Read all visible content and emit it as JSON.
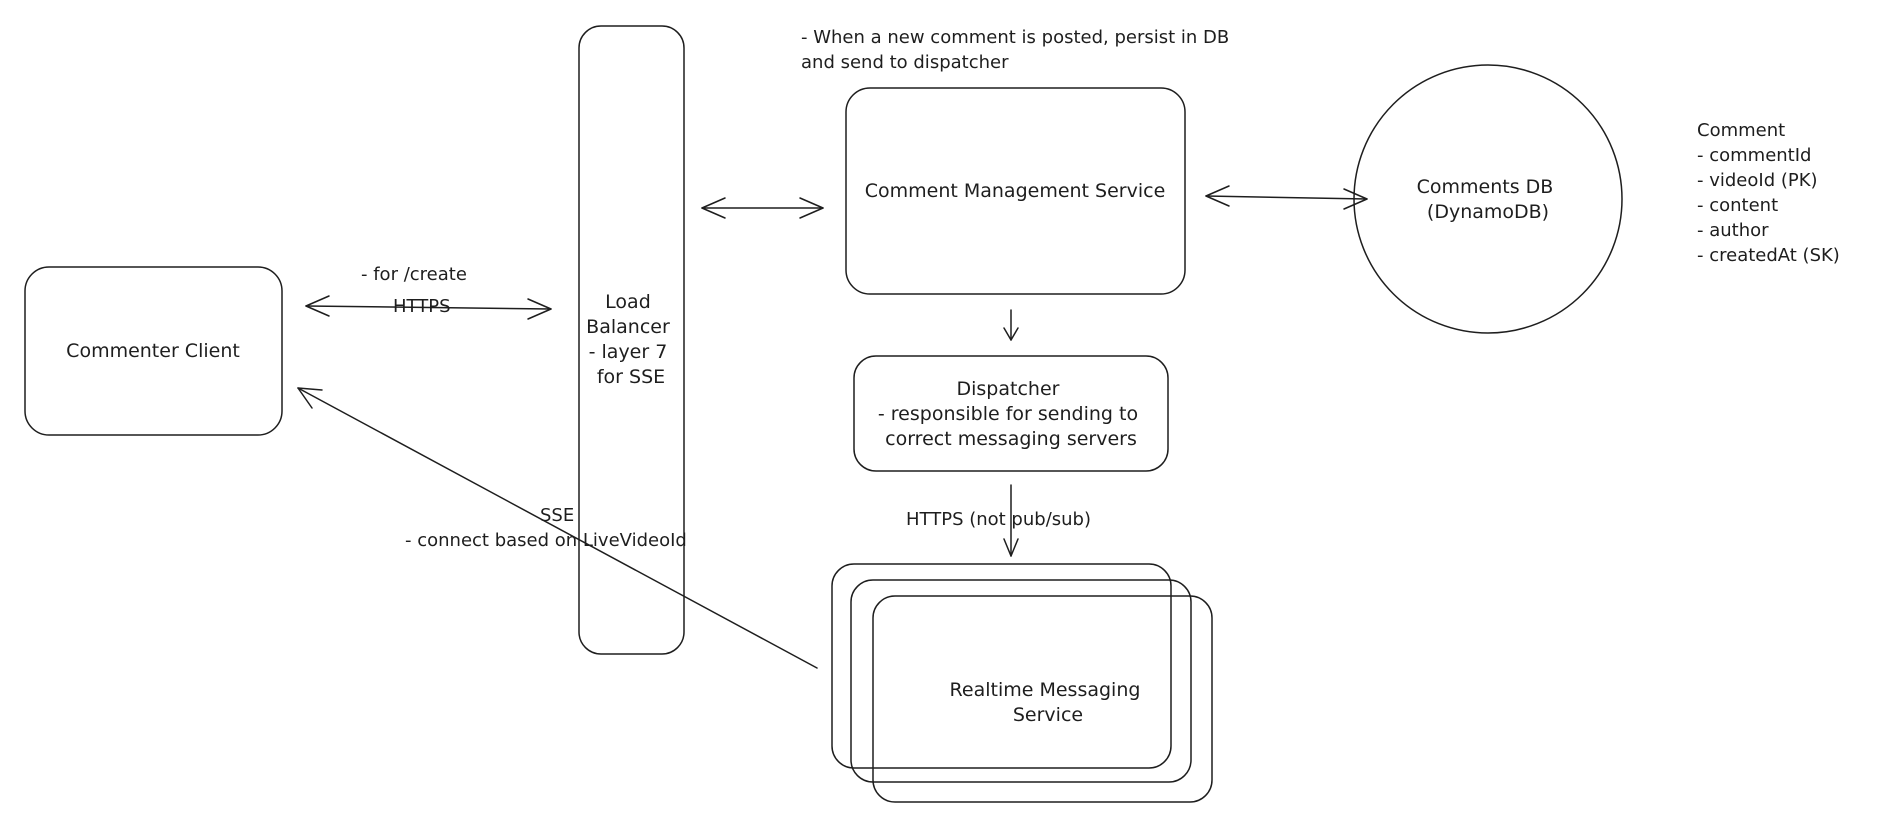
{
  "nodes": {
    "commenter_client": "Commenter Client",
    "load_balancer": [
      "Load",
      "Balancer",
      "- layer 7",
      "for SSE"
    ],
    "comment_mgmt": "Comment Management Service",
    "comments_db": [
      "Comments DB",
      "(DynamoDB)"
    ],
    "dispatcher": [
      "Dispatcher",
      "- responsible for sending to",
      "correct messaging servers"
    ],
    "realtime": [
      "Realtime Messaging",
      "Service"
    ]
  },
  "annotations": {
    "new_comment": [
      "- When a new comment is posted, persist in DB",
      "and send to dispatcher"
    ],
    "for_create": "- for /create",
    "https": "HTTPS",
    "sse": "SSE",
    "connect_based": "- connect based on LiveVideoId",
    "https_not_pubsub": "HTTPS (not pub/sub)"
  },
  "schema": {
    "title": "Comment",
    "fields": [
      "- commentId",
      "- videoId (PK)",
      "- content",
      "- author",
      "- createdAt (SK)"
    ]
  }
}
